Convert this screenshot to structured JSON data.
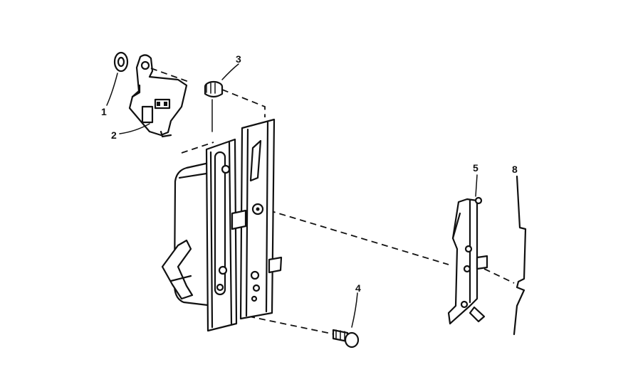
{
  "diagram": {
    "callouts": [
      {
        "id": "1",
        "label": "1"
      },
      {
        "id": "2",
        "label": "2"
      },
      {
        "id": "3",
        "label": "3"
      },
      {
        "id": "4",
        "label": "4"
      },
      {
        "id": "5",
        "label": "5"
      },
      {
        "id": "8",
        "label": "8"
      }
    ]
  }
}
